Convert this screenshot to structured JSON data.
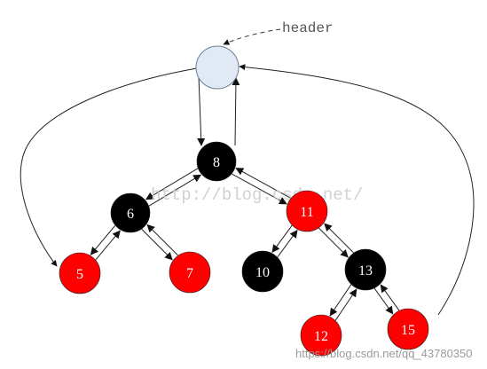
{
  "header": {
    "label": "header",
    "fill": "#e0e9f4",
    "stroke": "#6b7f99"
  },
  "colors": {
    "red": "#ff0000",
    "black": "#000000",
    "edge": "#222222"
  },
  "nodes": [
    {
      "id": "8",
      "label": "8",
      "color": "black"
    },
    {
      "id": "6",
      "label": "6",
      "color": "black"
    },
    {
      "id": "11",
      "label": "11",
      "color": "red"
    },
    {
      "id": "5",
      "label": "5",
      "color": "red"
    },
    {
      "id": "7",
      "label": "7",
      "color": "red"
    },
    {
      "id": "10",
      "label": "10",
      "color": "black"
    },
    {
      "id": "13",
      "label": "13",
      "color": "black"
    },
    {
      "id": "12",
      "label": "12",
      "color": "red"
    },
    {
      "id": "15",
      "label": "15",
      "color": "red"
    }
  ],
  "edges": [
    {
      "from": "8",
      "to": "6"
    },
    {
      "from": "6",
      "to": "8"
    },
    {
      "from": "8",
      "to": "11"
    },
    {
      "from": "11",
      "to": "8"
    },
    {
      "from": "6",
      "to": "5"
    },
    {
      "from": "5",
      "to": "6"
    },
    {
      "from": "6",
      "to": "7"
    },
    {
      "from": "7",
      "to": "6"
    },
    {
      "from": "11",
      "to": "10"
    },
    {
      "from": "10",
      "to": "11"
    },
    {
      "from": "11",
      "to": "13"
    },
    {
      "from": "13",
      "to": "11"
    },
    {
      "from": "13",
      "to": "12"
    },
    {
      "from": "12",
      "to": "13"
    },
    {
      "from": "13",
      "to": "15"
    },
    {
      "from": "15",
      "to": "13"
    },
    {
      "from": "header",
      "to": "8"
    },
    {
      "from": "8",
      "to": "header"
    }
  ],
  "watermark": {
    "text": "http://blog.csdn.net/",
    "footer": "https://blog.csdn.net/qq_43780350"
  }
}
